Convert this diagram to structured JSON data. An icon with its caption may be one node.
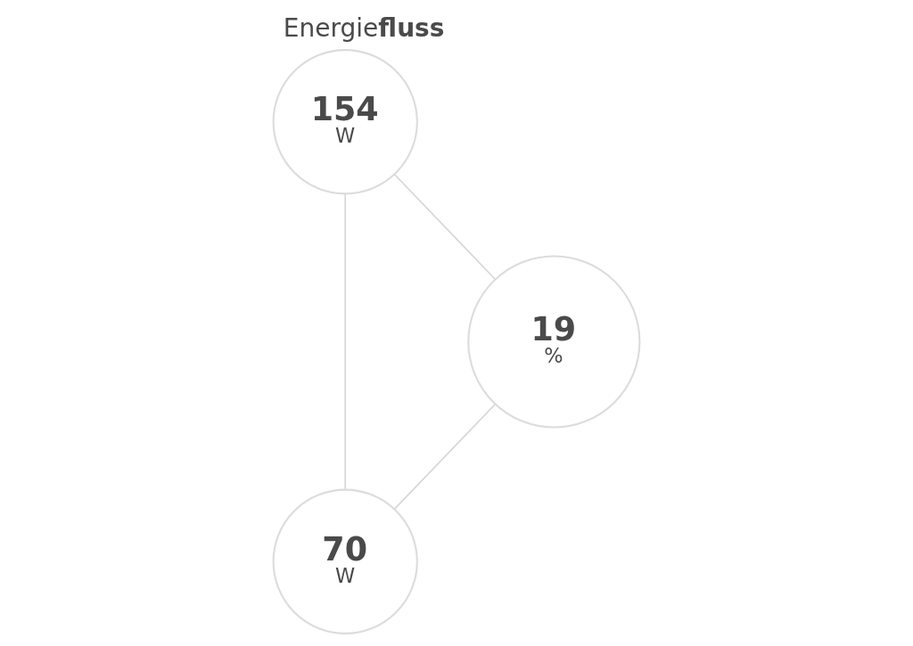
{
  "diagram": {
    "title": "Energie**fluss**",
    "nodes": [
      {
        "text": [
          "154",
          "W"
        ]
      },
      {
        "text": [
          "19",
          "%"
        ]
      },
      {
        "text": [
          "70",
          "W"
        ]
      }
    ],
    "edges": [
      {
        "from": 0,
        "to": 2,
        "arrow": "none"
      },
      {
        "from": 0,
        "to": 1,
        "arrow": "none"
      },
      {
        "from": 1,
        "to": 2,
        "arrow": "none"
      }
    ]
  }
}
